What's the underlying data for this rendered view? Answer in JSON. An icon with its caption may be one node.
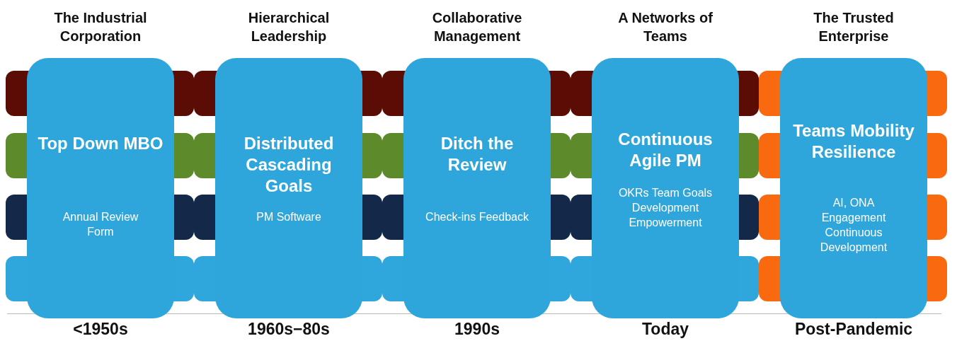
{
  "diagram": {
    "nodes": [
      {
        "text": [
          "The Industrial Corporation",
          "Top Down MBO",
          "Annual Review Form"
        ],
        "beside": [
          "<1950s"
        ]
      },
      {
        "text": [
          "Hierarchical Leadership",
          "Distributed Cascading Goals",
          "PM Software"
        ],
        "beside": [
          "1960s−80s"
        ]
      },
      {
        "text": [
          "Collaborative Management",
          "Ditch the Review",
          "Check-ins Feedback"
        ],
        "beside": [
          "1990s"
        ]
      },
      {
        "text": [
          "A Networks of Teams",
          "Continuous Agile PM",
          "OKRs Team Goals Development Empowerment"
        ],
        "beside": [
          "Today"
        ]
      },
      {
        "text": [
          "The Trusted Enterprise",
          "Teams Mobility Resilience",
          "AI, ONA Engagement Continuous Development"
        ],
        "beside": [
          "Post-Pandemic"
        ]
      }
    ]
  }
}
